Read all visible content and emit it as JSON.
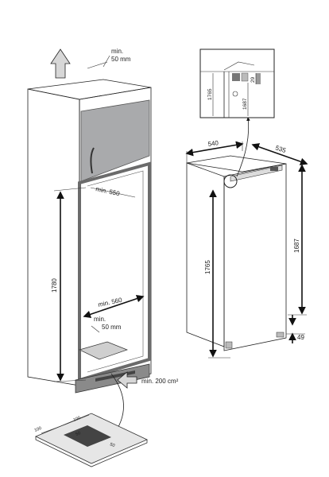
{
  "dimensions": {
    "niche_height": "1780",
    "niche_depth": "min. 550",
    "niche_width": "min. 560",
    "top_clearance_min": "min.",
    "top_clearance_value": "50 mm",
    "bottom_clearance_min": "min.",
    "bottom_clearance_value": "50 mm",
    "vent_area": "min. 200 cm²",
    "appliance_width": "540",
    "appliance_depth": "535",
    "appliance_height": "1765",
    "door_height": "1687",
    "base_offset": "49",
    "inset_height": "1765",
    "inset_door": "1687",
    "inset_top": "29",
    "base_vent_a": "100",
    "base_vent_b": "100",
    "base_vent_c": "50",
    "base_vent_d": "50"
  },
  "colors": {
    "cabinet_door_fill": "#a9aaac",
    "cabinet_fill": "#f4f4f4",
    "niche_frame": "#6b6b6b",
    "line": "#222222"
  }
}
